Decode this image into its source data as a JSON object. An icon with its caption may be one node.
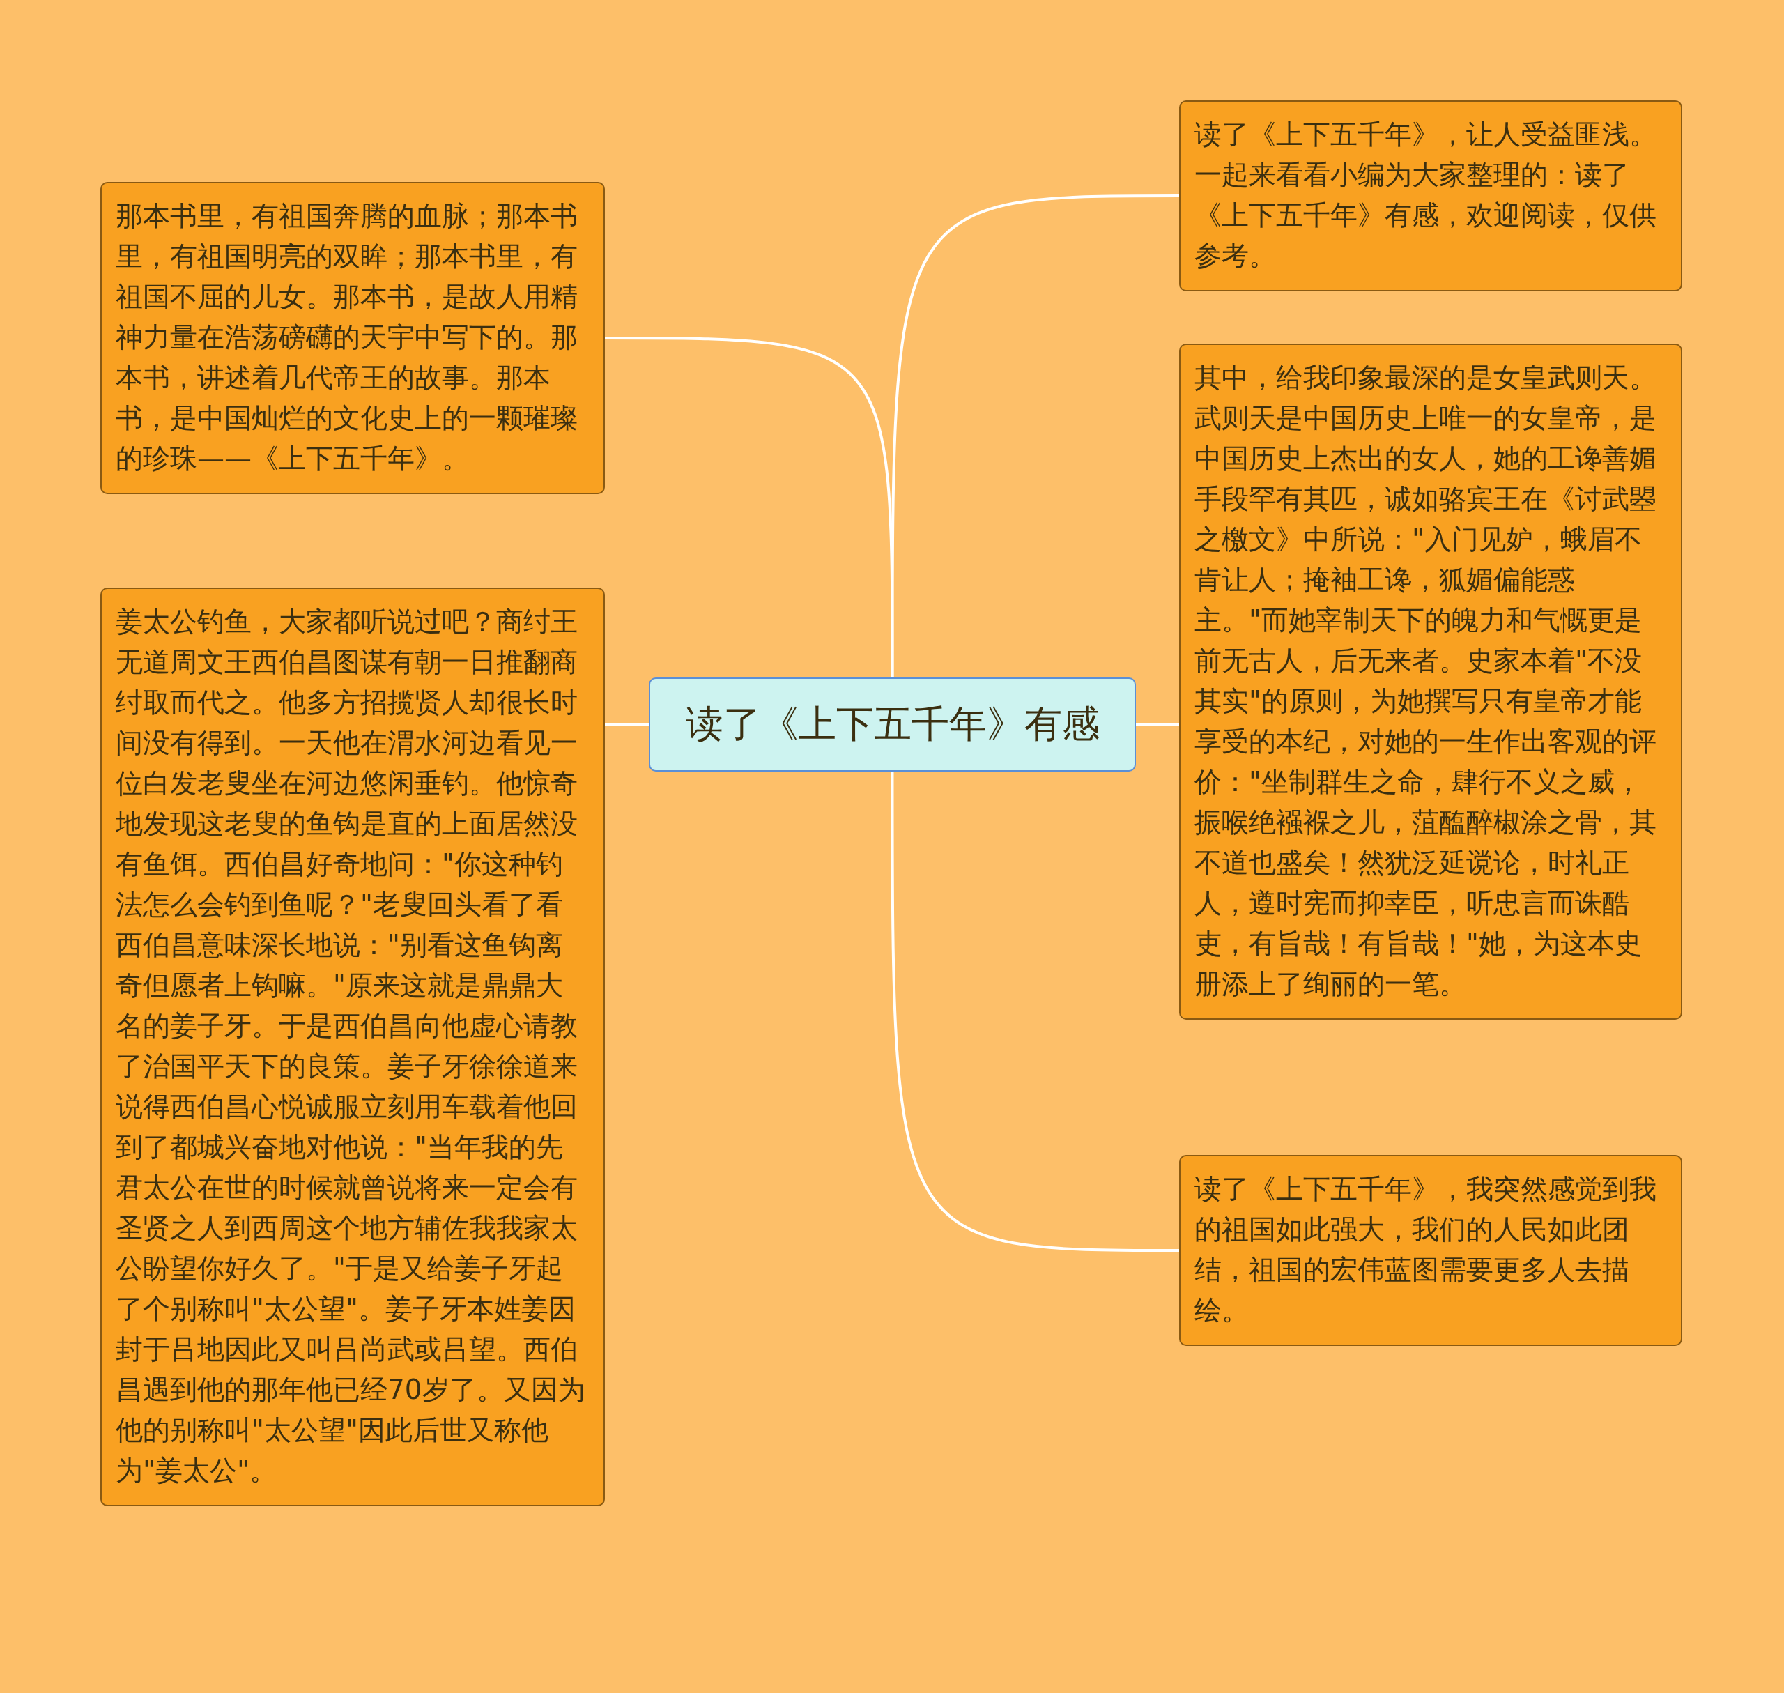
{
  "diagram": {
    "nodes": [
      {
        "text": [
          "读了《上下五千年》有感"
        ]
      },
      {
        "text": [
          "那本书里，有祖国奔腾的血脉；那本书里，有祖国明亮的双眸；那本书里，有祖国不屈的儿女。那本书，是故人用精神力量在浩荡磅礴的天宇中写下的。那本书，讲述着几代帝王的故事。那本书，是中国灿烂的文化史上的一颗璀璨的珍珠——《上下五千年》。"
        ]
      },
      {
        "text": [
          "姜太公钓鱼，大家都听说过吧？商纣王无道周文王西伯昌图谋有朝一日推翻商纣取而代之。他多方招揽贤人却很长时间没有得到。一天他在渭水河边看见一位白发老叟坐在河边悠闲垂钓。他惊奇地发现这老叟的鱼钩是直的上面居然没有鱼饵。西伯昌好奇地问：\"你这种钓法怎么会钓到鱼呢？\"老叟回头看了看西伯昌意味深长地说：\"别看这鱼钩离奇但愿者上钩嘛。\"原来这就是鼎鼎大名的姜子牙。于是西伯昌向他虚心请教了治国平天下的良策。姜子牙徐徐道来说得西伯昌心悦诚服立刻用车载着他回到了都城兴奋地对他说：\"当年我的先君太公在世的时候就曾说将来一定会有圣贤之人到西周这个地方辅佐我我家太公盼望你好久了。\"于是又给姜子牙起了个别称叫\"太公望\"。姜子牙本姓姜因封于吕地因此又叫吕尚武或吕望。西伯昌遇到他的那年他已经70岁了。又因为他的别称叫\"太公望\"因此后世又称他为\"姜太公\"。"
        ]
      },
      {
        "text": [
          "读了《上下五千年》，让人受益匪浅。一起来看看小编为大家整理的：读了《上下五千年》有感，欢迎阅读，仅供参考。"
        ]
      },
      {
        "text": [
          "其中，给我印象最深的是女皇武则天。武则天是中国历史上唯一的女皇帝，是中国历史上杰出的女人，她的工谗善媚手段罕有其匹，诚如骆宾王在《讨武曌之檄文》中所说：\"入门见妒，蛾眉不肯让人；掩袖工谗，狐媚偏能惑主。\"而她宰制天下的魄力和气慨更是前无古人，后无来者。史家本着\"不没其实\"的原则，为她撰写只有皇帝才能享受的本纪，对她的一生作出客观的评价：\"坐制群生之命，肆行不义之威，振喉绝襁褓之儿，菹醢醉椒涂之骨，其不道也盛矣！然犹泛延谠论，时礼正人，遵时宪而抑幸臣，听忠言而诛酷吏，有旨哉！有旨哉！\"她，为这本史册添上了绚丽的一笔。"
        ]
      },
      {
        "text": [
          "读了《上下五千年》，我突然感觉到我的祖国如此强大，我们的人民如此团结，祖国的宏伟蓝图需要更多人去描绘。"
        ]
      }
    ],
    "edges": [
      {
        "from": 0,
        "to": 1,
        "arrow": "none"
      },
      {
        "from": 0,
        "to": 2,
        "arrow": "none"
      },
      {
        "from": 0,
        "to": 3,
        "arrow": "none"
      },
      {
        "from": 0,
        "to": 4,
        "arrow": "none"
      },
      {
        "from": 0,
        "to": 5,
        "arrow": "none"
      }
    ]
  }
}
